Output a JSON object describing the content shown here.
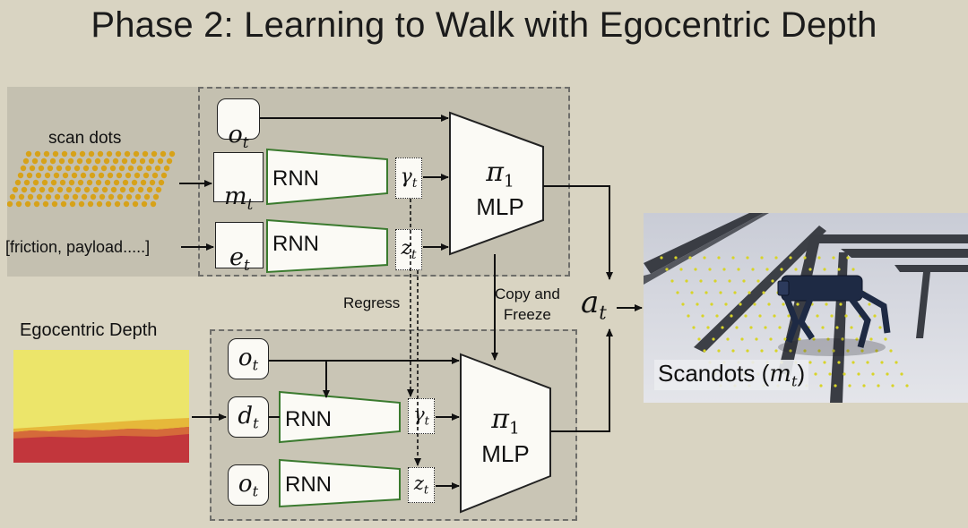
{
  "title": "Phase 2: Learning to Walk with Egocentric Depth",
  "teacher": {
    "scan_dots_label": "scan dots",
    "privileged_label": "[friction, payload.....]",
    "obs": {
      "base": "o",
      "sub": "t"
    },
    "scan": {
      "base": "m",
      "sub": "t"
    },
    "env": {
      "base": "e",
      "sub": "t"
    },
    "rnn_top": "RNN",
    "rnn_bottom": "RNN",
    "gamma": {
      "base": "γ",
      "sub": "t"
    },
    "z": {
      "base": "z",
      "sub": "t"
    },
    "policy": {
      "pi": "π",
      "pi_sub": "1",
      "mlp": "MLP"
    }
  },
  "transfer": {
    "regress": "Regress",
    "copy_line1": "Copy and",
    "copy_line2": "Freeze"
  },
  "action": {
    "base": "a",
    "sub": "t"
  },
  "student": {
    "depth_label": "Egocentric Depth",
    "obs_top": {
      "base": "o",
      "sub": "t"
    },
    "depth": {
      "base": "d",
      "sub": "t"
    },
    "obs_bottom": {
      "base": "o",
      "sub": "t"
    },
    "rnn_top": "RNN",
    "rnn_bottom": "RNN",
    "gamma": {
      "base": "γ",
      "sub": "t"
    },
    "z": {
      "base": "z",
      "sub": "t"
    },
    "policy": {
      "pi": "π",
      "pi_sub": "1",
      "mlp": "MLP"
    }
  },
  "sim": {
    "caption_text": "Scandots (",
    "caption_sym": {
      "base": "m",
      "sub": "t"
    },
    "caption_close": ")"
  },
  "colors": {
    "background": "#d9d4c2",
    "region_fill": "#c9c5b5",
    "rnn_stroke": "#3a7a2e",
    "scan_dot": "#d7a219",
    "depth_top": "#ece56a",
    "depth_mid": "#e0a428",
    "depth_bottom": "#c2363c"
  }
}
